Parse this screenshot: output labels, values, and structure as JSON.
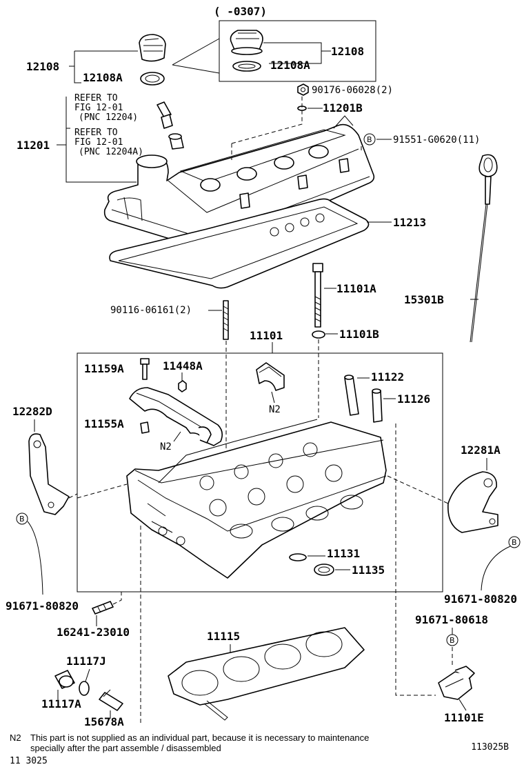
{
  "labels": {
    "date_range": "(      -0307)",
    "p12108_left": "12108",
    "p12108A_left": "12108A",
    "p12108_right": "12108",
    "p12108A_right": "12108A",
    "p90176": "90176-06028(2)",
    "p11201B": "11201B",
    "p11201": "11201",
    "refer1_a": "REFER TO",
    "refer1_b": "FIG 12-01",
    "refer1_c": "(PNC 12204)",
    "refer2_a": "REFER TO",
    "refer2_b": "FIG 12-01",
    "refer2_c": "(PNC 12204A)",
    "p91551": "91551-G0620(11)",
    "p11213": "11213",
    "p15301B": "15301B",
    "p11101A": "11101A",
    "p90116": "90116-06161(2)",
    "p11101B": "11101B",
    "p11101": "11101",
    "p11159A": "11159A",
    "p11448A": "11448A",
    "p11122": "11122",
    "p11126": "11126",
    "p12282D": "12282D",
    "p11155A": "11155A",
    "n2_a": "N2",
    "n2_b": "N2",
    "p12281A": "12281A",
    "p11131": "11131",
    "p11135": "11135",
    "p91671_80820_left": "91671-80820",
    "p91671_80820_right": "91671-80820",
    "p16241": "16241-23010",
    "p91671_80618": "91671-80618",
    "p11115": "11115",
    "p11117J": "11117J",
    "p11117A": "11117A",
    "p15678A": "15678A",
    "p11101E": "11101E",
    "b_marker": "B"
  },
  "note": {
    "prefix": "N2",
    "line1": "This part is not supplied as an individual part, because it is necessary to maintenance",
    "line2": "specially after the part assemble / disassembled"
  },
  "footer": {
    "page_code": "11 3025",
    "illustration_id": "113025B"
  }
}
